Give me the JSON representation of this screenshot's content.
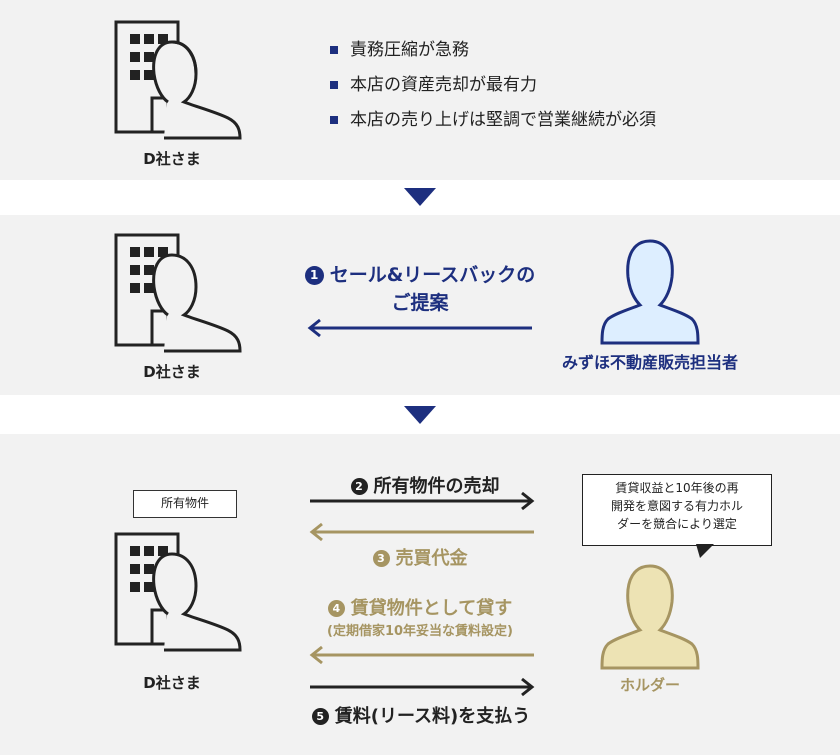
{
  "section1": {
    "company_label": "D社さま",
    "bullets": [
      "責務圧縮が急務",
      "本店の資産売却が最有力",
      "本店の売り上げは堅調で営業継続が必須"
    ]
  },
  "section2": {
    "company_label": "D社さま",
    "step1_num": "1",
    "step1_line1": "セール&リースバックの",
    "step1_line2": "ご提案",
    "mizuho_label": "みずほ不動産販売担当者"
  },
  "section3": {
    "company_label": "D社さま",
    "property_label": "所有物件",
    "callout_lines": [
      "賃貸収益と10年後の再",
      "開発を意図する有力ホル",
      "ダーを競合により選定"
    ],
    "holder_label": "ホルダー",
    "steps": [
      {
        "num": "2",
        "text": "所有物件の売却"
      },
      {
        "num": "3",
        "text": "売買代金"
      },
      {
        "num": "4",
        "text": "賃貸物件として貸す",
        "sub": "(定期借家10年妥当な賃料設定)"
      },
      {
        "num": "5",
        "text": "賃料(リース料)を支払う"
      }
    ]
  },
  "colors": {
    "navy": "#1d2f7f",
    "gold": "#a69562",
    "light_blue": "#ddeeff",
    "light_gold": "#ede3b4"
  }
}
